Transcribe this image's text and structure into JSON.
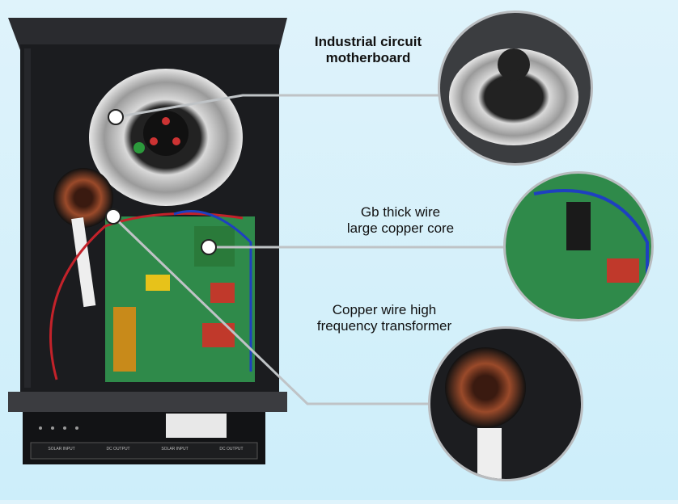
{
  "callouts": [
    {
      "line1": "Industrial circuit",
      "line2": "motherboard"
    },
    {
      "line1": "Gb thick wire",
      "line2": "large copper core"
    },
    {
      "line1": "Copper wire high",
      "line2": "frequency transformer"
    }
  ],
  "panel_labels": [
    "SOLAR INPUT",
    "DC OUTPUT",
    "SOLAR INPUT",
    "DC OUTPUT"
  ],
  "colors": {
    "background": "#d4effa",
    "enclosure": "#1c1d20",
    "pcb": "#2f8a4a",
    "callout_line": "#bfc3c6"
  }
}
